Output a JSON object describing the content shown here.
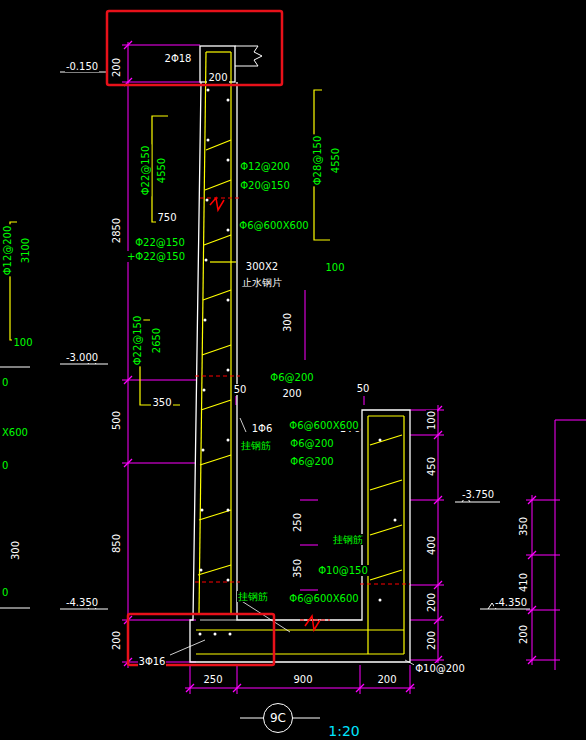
{
  "diagram": {
    "caption": "1:20",
    "nodes": [
      {
        "text": [
          "9C"
        ]
      }
    ],
    "labels": [
      "200",
      "-0.150",
      "2Φ18",
      "200",
      "Φ22@150",
      "4550",
      "750",
      "Φ12@200",
      "Φ20@150",
      "Φ28@150",
      "4550",
      "Φ6@600X600",
      "Φ12@200",
      "3100",
      "100",
      "2850",
      "Φ22@150",
      "+Φ22@150",
      "300X2",
      "止水钢片",
      "300",
      "100",
      "-3.000",
      "Φ22@150",
      "2650",
      "350",
      "50",
      "Φ6@200",
      "200",
      "50",
      "500",
      "1Φ6",
      "挂钢筋",
      "1Φ6",
      "Φ6@600X600",
      "Φ6@200",
      "Φ6@200",
      "100",
      "450",
      "-3.750",
      "250",
      "挂钢筋",
      "400",
      "350",
      "Φ10@150",
      "850",
      "350",
      "410",
      "-4.350",
      "-4.350",
      "挂钢筋",
      "Φ6@600X600",
      "200",
      "200",
      "200",
      "200",
      "3Φ16",
      "Φ10@200",
      "250",
      "900",
      "200",
      "0",
      "X600",
      "0",
      "300",
      "0"
    ]
  }
}
